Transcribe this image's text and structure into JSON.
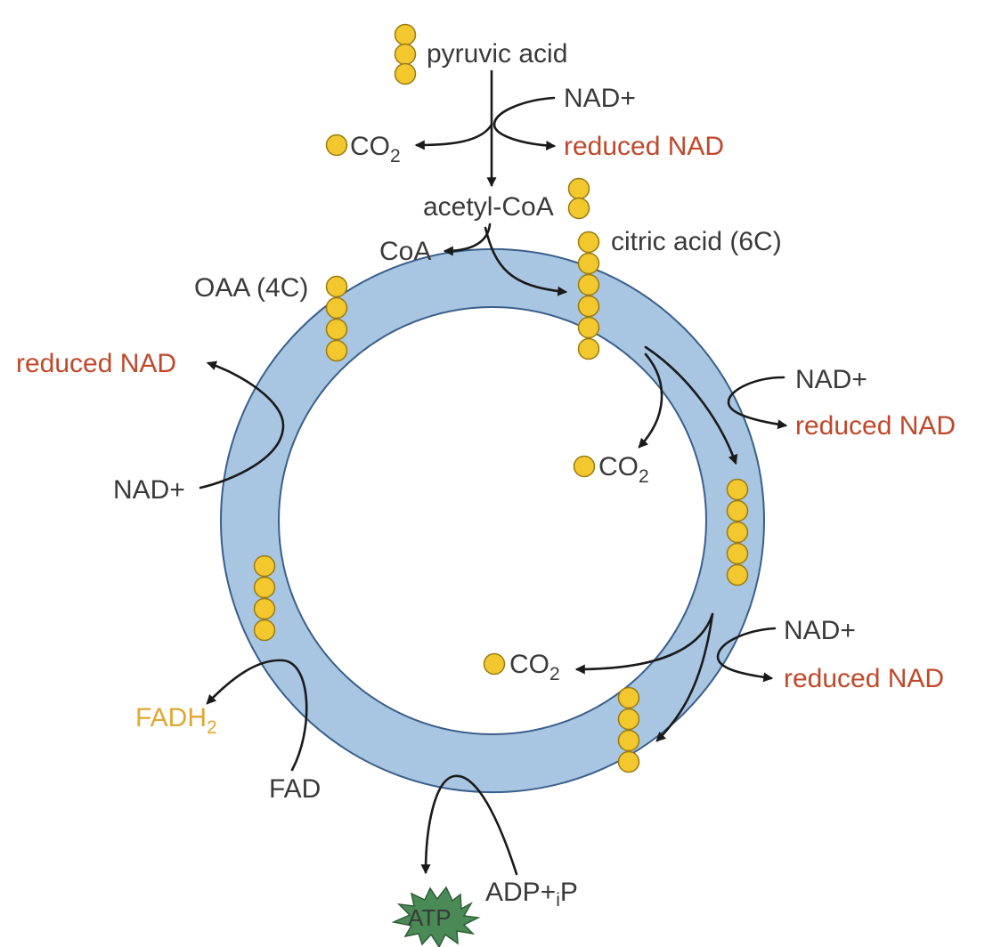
{
  "colors": {
    "ring_fill": "#a8c6e2",
    "ring_stroke": "#3a5f8a",
    "carbon_fill": "#f2c82e",
    "carbon_stroke": "#9a7a10",
    "atp_fill": "#4a8a56",
    "text_dark": "#3a3a3a",
    "text_red": "#c0482a",
    "text_gold": "#e0a832"
  },
  "labels": {
    "pyruvic_acid": "pyruvic acid",
    "nad_plus_top": "NAD+",
    "reduced_nad_top": "reduced NAD",
    "co2_main": "CO",
    "co2_sub": "2",
    "acetyl_coa": "acetyl-CoA",
    "coa": "CoA",
    "citric_acid": "citric acid (6C)",
    "oaa": "OAA (4C)",
    "reduced_nad_left": "reduced NAD",
    "nad_plus_left": "NAD+",
    "nad_plus_right1": "NAD+",
    "reduced_nad_right1": "reduced NAD",
    "nad_plus_right2": "NAD+",
    "reduced_nad_right2": "reduced NAD",
    "fadh_main": "FADH",
    "fadh_sub": "2",
    "fad": "FAD",
    "atp": "ATP",
    "adp_pre": "ADP+",
    "adp_sub": "i",
    "adp_post": "P"
  },
  "icons": {
    "carbon_chain": "carbon-atom-ball",
    "atp_badge": "starburst"
  }
}
